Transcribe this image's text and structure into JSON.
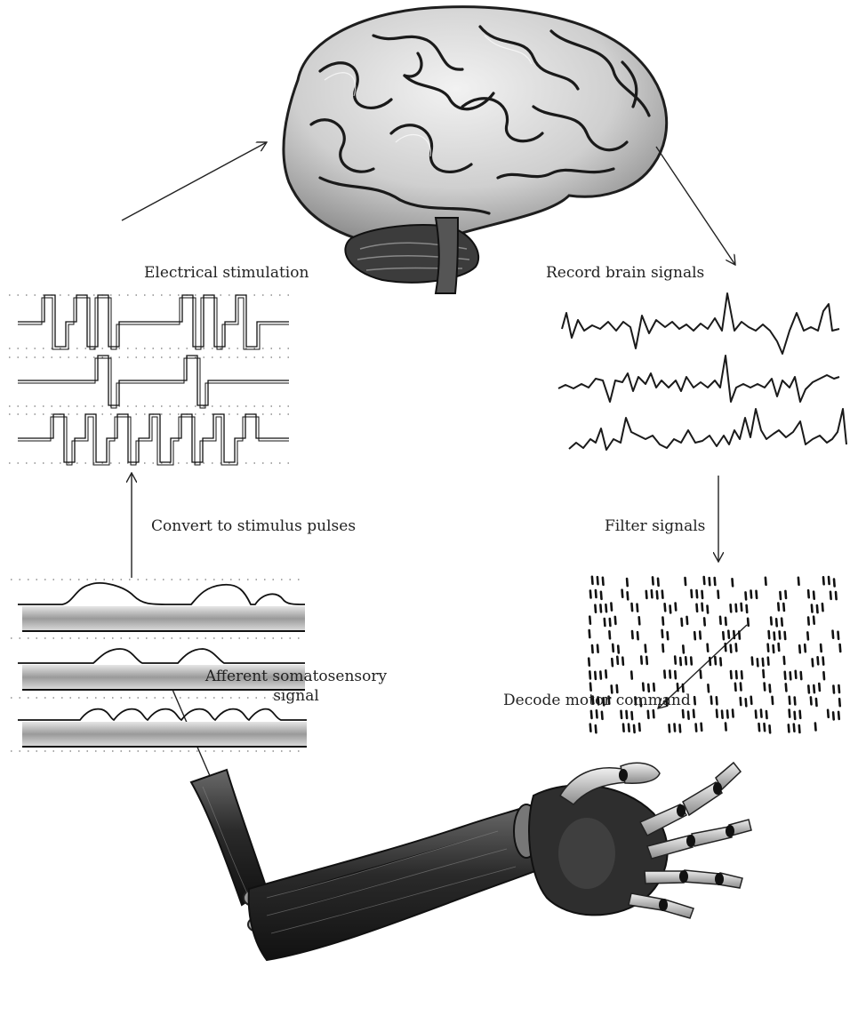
{
  "labels": {
    "electrical_stimulation": "Electrical stimulation",
    "record_brain_signals": "Record brain signals",
    "convert_to_stimulus_pulses": "Convert to stimulus pulses",
    "filter_signals": "Filter signals",
    "afferent_line1": "Afferent somatosensory",
    "afferent_line2": "signal",
    "decode_motor_command": "Decode motor command"
  },
  "icons": {
    "brain": "brain-icon",
    "prosthetic_arm": "prosthetic-arm-icon"
  },
  "colors": {
    "ink": "#222222",
    "brain_light": "#d9d9d9",
    "brain_dark": "#2b2b2b",
    "arm_dark": "#3a3a3a",
    "bar_gray": "#a9a9a9"
  }
}
